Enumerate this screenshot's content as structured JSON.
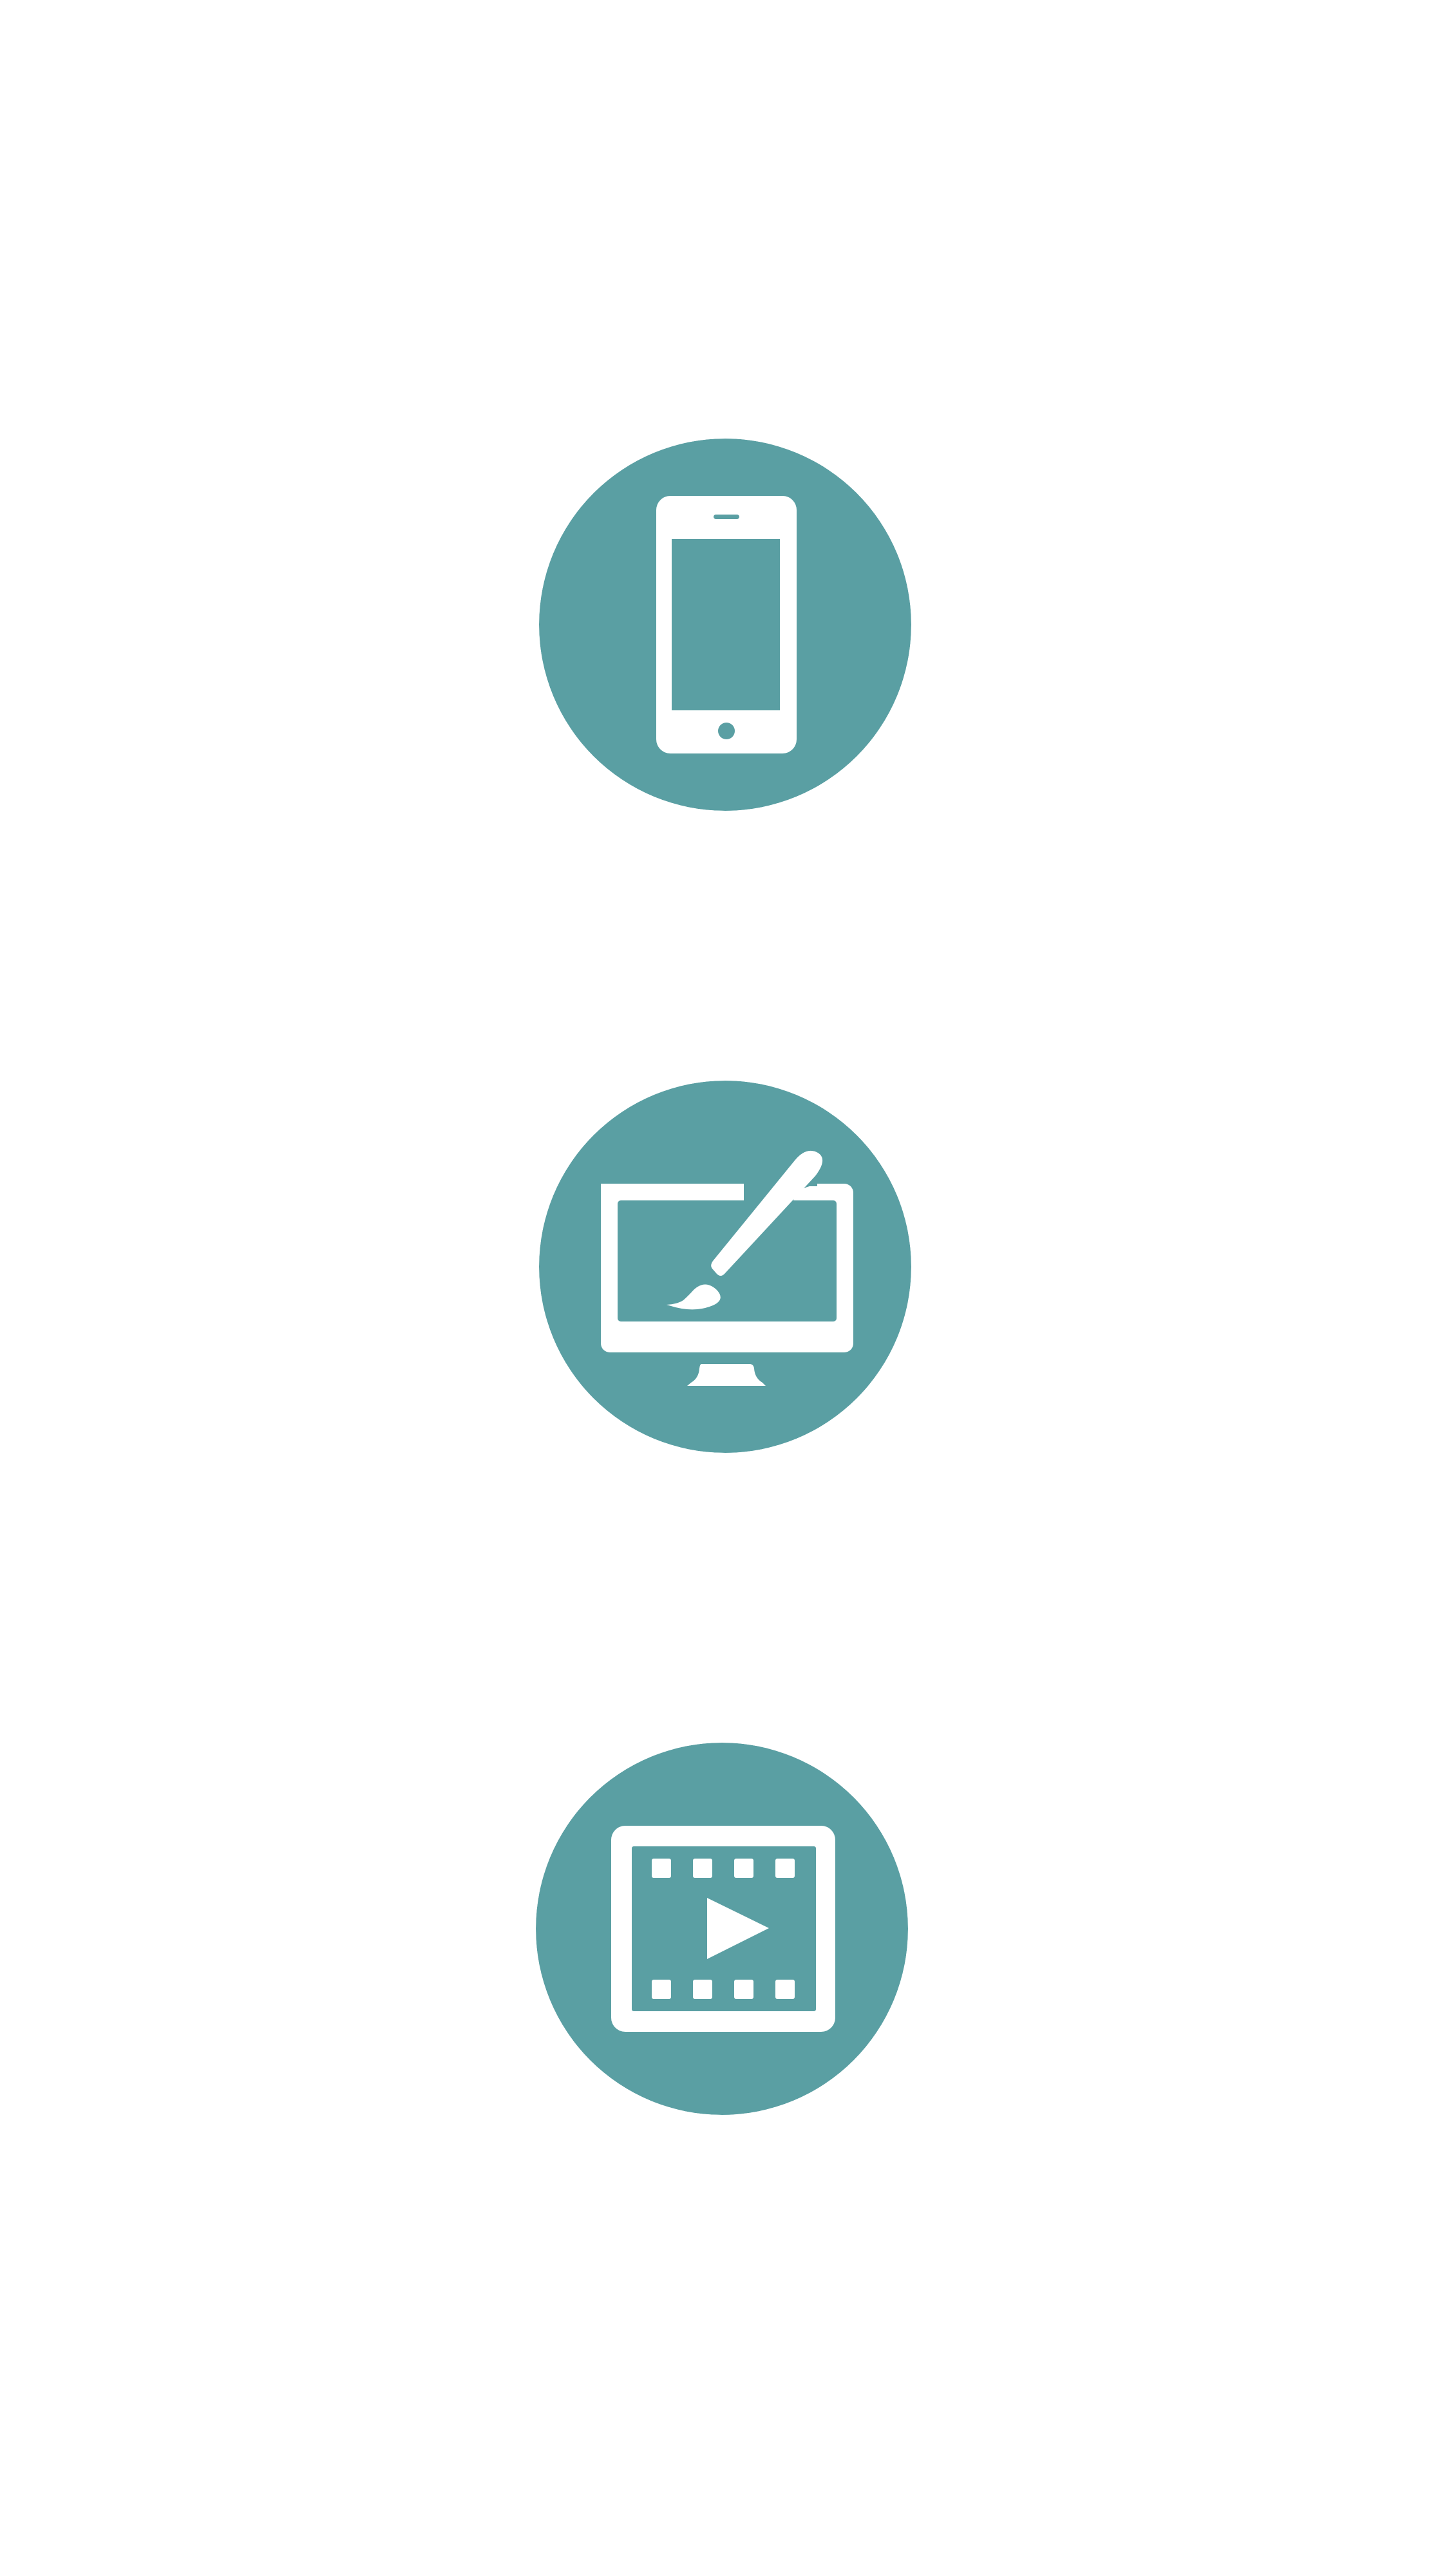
{
  "theme": {
    "accent": "#5a9fa3",
    "background": "#ffffff",
    "glyph": "#ffffff"
  },
  "icons": [
    {
      "key": "mobile",
      "name": "smartphone-icon"
    },
    {
      "key": "design",
      "name": "monitor-paintbrush-icon"
    },
    {
      "key": "video",
      "name": "video-film-play-icon"
    }
  ]
}
